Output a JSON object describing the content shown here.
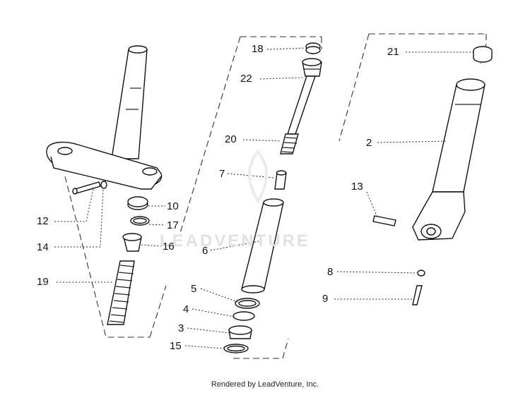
{
  "diagram": {
    "labels": {
      "p18": "18",
      "p22": "22",
      "p20": "20",
      "p7": "7",
      "p6": "6",
      "p5": "5",
      "p4": "4",
      "p3": "3",
      "p15": "15",
      "p21": "21",
      "p2": "2",
      "p13": "13",
      "p8": "8",
      "p9": "9",
      "p12": "12",
      "p14": "14",
      "p10": "10",
      "p17": "17",
      "p16": "16",
      "p19": "19"
    },
    "watermark": "LEADVENTURE",
    "footer": "Rendered by LeadVenture, Inc."
  }
}
